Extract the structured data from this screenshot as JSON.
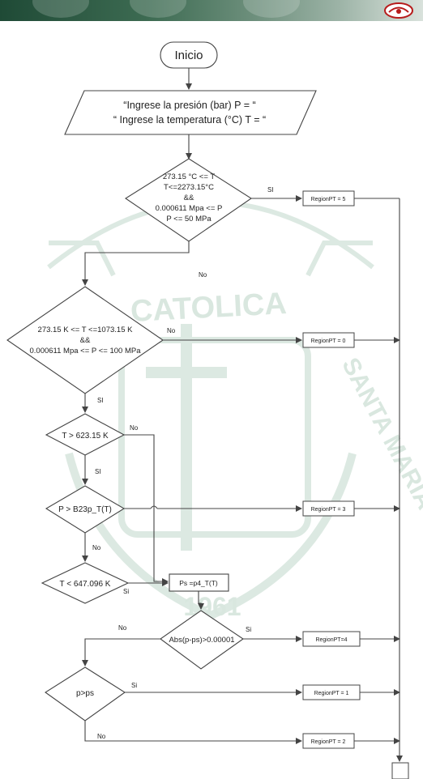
{
  "flowchart": {
    "start": "Inicio",
    "input": {
      "line1": "“Ingrese la presión (bar) P = “",
      "line2": "“ Ingrese la temperatura (°C) T = “"
    },
    "decision1": {
      "lines": [
        "273.15 °C <= T",
        "T<=2273.15°C",
        "&&",
        "0.000611 Mpa <= P",
        "P <= 50 MPa"
      ],
      "yes_label": "SI",
      "no_label": "No"
    },
    "decision2": {
      "lines": [
        "273.15 K <= T <=1073.15 K",
        "&&",
        "0.000611 Mpa <= P <= 100 MPa"
      ],
      "no_label": "No",
      "yes_label": "SI"
    },
    "decision3": {
      "text": "T > 623.15 K",
      "no_label": "No",
      "yes_label": "SI"
    },
    "decision4": {
      "text": "P > B23p_T(T)",
      "no_label": "No"
    },
    "decision5": {
      "text": "T < 647.096 K",
      "yes_label": "Si"
    },
    "process_ps": "Ps =p4_T(T)",
    "decision6": {
      "text": "Abs(p-ps)>0.00001",
      "no_label": "No",
      "yes_label": "Si"
    },
    "decision7": {
      "text": "p>ps",
      "yes_label": "Si",
      "no_label": "No"
    },
    "results": {
      "r5": "RegionPT = 5",
      "r0": "RegionPT = 0",
      "r3": "RegionPT = 3",
      "r4": "RegionPT=4",
      "r1": "RegionPT = 1",
      "r2": "RegionPT = 2"
    },
    "watermark": {
      "word1": "CATOLICA",
      "word2": "SANTA MARIA",
      "year": "1961",
      "color": "#d9e7df"
    },
    "line_color": "#444444",
    "node_fill": "#ffffff"
  }
}
